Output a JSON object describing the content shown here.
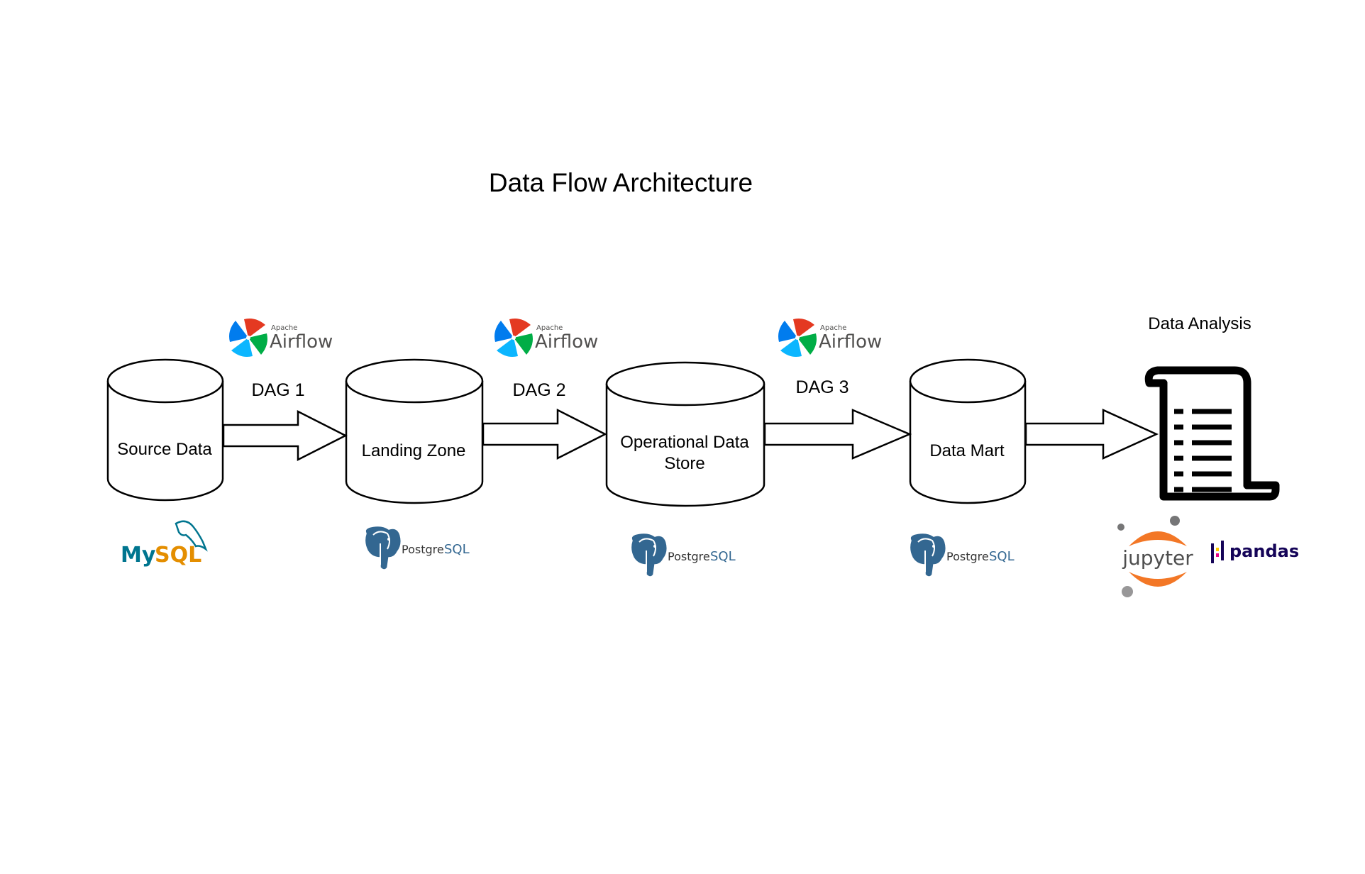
{
  "title": "Data Flow Architecture",
  "nodes": {
    "source": "Source Data",
    "landing": "Landing Zone",
    "ods_line1": "Operational Data",
    "ods_line2": "Store",
    "mart": "Data Mart",
    "analysis": "Data Analysis"
  },
  "edges": {
    "dag1": "DAG 1",
    "dag2": "DAG 2",
    "dag3": "DAG 3"
  },
  "logos": {
    "airflow_small": "Apache",
    "airflow_big": "Airflow",
    "mysql_a": "My",
    "mysql_b": "SQL",
    "postgres_a": "Postgre",
    "postgres_b": "SQL",
    "jupyter": "jupyter",
    "pandas": "pandas"
  },
  "colors": {
    "mysql_blue": "#00758F",
    "mysql_orange": "#E48E00",
    "postgres_blue": "#336791",
    "airflow_red": "#E43921",
    "airflow_blue": "#017CEE",
    "airflow_green": "#00AD46",
    "airflow_teal": "#04D659",
    "jupyter_orange": "#F37726",
    "pandas_navy": "#150458",
    "pandas_pink": "#E70488",
    "pandas_yellow": "#FFCA00"
  }
}
